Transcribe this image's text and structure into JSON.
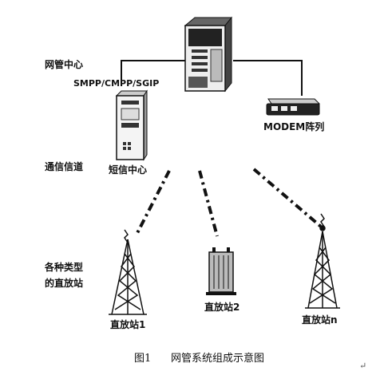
{
  "labels": {
    "nms_center": "网管中心",
    "protocols": "SMPP/CMPP/SGIP",
    "modem": "MODEM阵列",
    "channel": "通信信道",
    "sms_center": "短信中心",
    "repeater_types_line1": "各种类型",
    "repeater_types_line2": "的直放站",
    "repeater_1": "直放站1",
    "repeater_2": "直放站2",
    "repeater_n": "直放站n"
  },
  "caption": {
    "number": "图1",
    "text": "网管系统组成示意图"
  },
  "corner_mark": "↵",
  "icons": [
    "server-icon",
    "modem-icon",
    "sms-center-icon",
    "tower-icon",
    "repeater-box-icon"
  ]
}
